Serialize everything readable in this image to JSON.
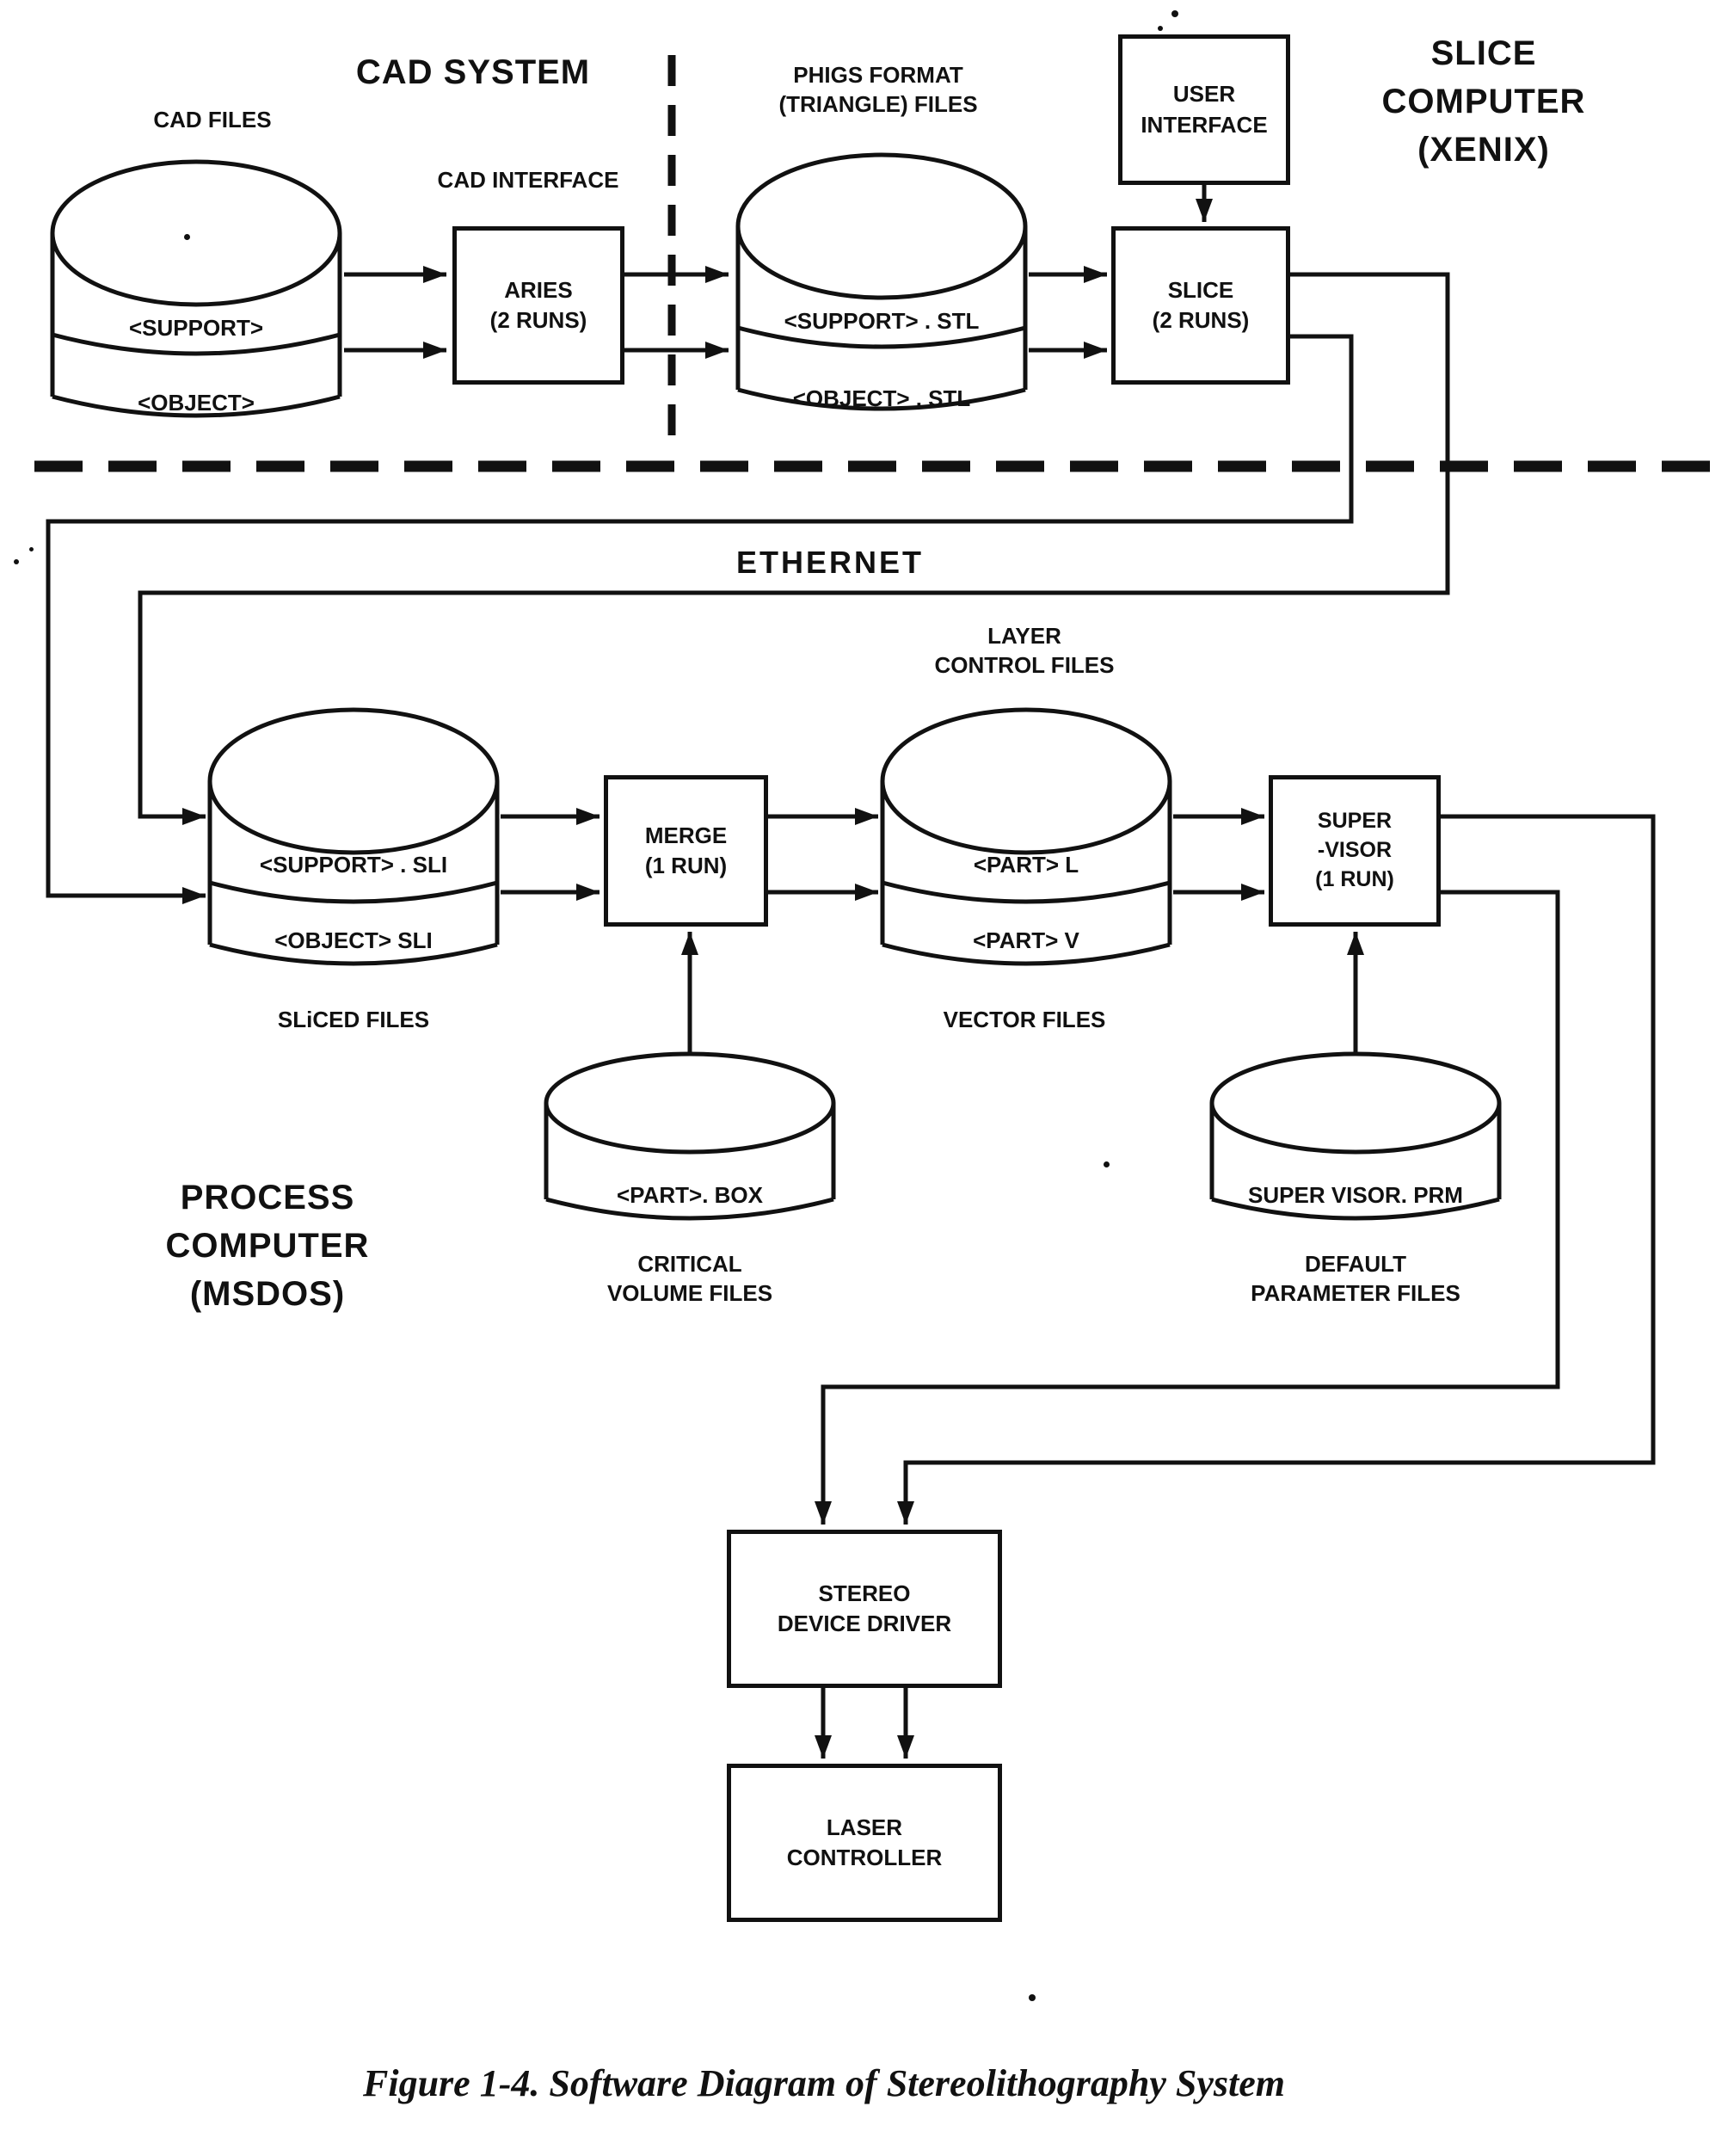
{
  "titles": {
    "cad_system": "CAD SYSTEM",
    "slice_computer": "SLICE\nCOMPUTER\n(XENIX)",
    "process_computer": "PROCESS\nCOMPUTER\n(MSDOS)",
    "ethernet": "ETHERNET"
  },
  "labels": {
    "cad_files": "CAD FILES",
    "cad_interface": "CAD INTERFACE",
    "phigs_format": "PHIGS FORMAT\n(TRIANGLE) FILES",
    "layer_control": "LAYER\nCONTROL FILES",
    "sliced_files": "SLiCED FILES",
    "vector_files": "VECTOR FILES",
    "critical_volume": "CRITICAL\nVOLUME FILES",
    "default_parameter": "DEFAULT\nPARAMETER FILES"
  },
  "boxes": {
    "aries": "ARIES\n(2 RUNS)",
    "user_interface": "USER\nINTERFACE",
    "slice": "SLICE\n(2 RUNS)",
    "merge": "MERGE\n(1 RUN)",
    "supervisor": "SUPER\n-VISOR\n(1 RUN)",
    "stereo_device_driver": "STEREO\nDEVICE DRIVER",
    "laser_controller": "LASER\nCONTROLLER"
  },
  "cylinders": {
    "cad": {
      "row1": "<SUPPORT>",
      "row2": "<OBJECT>"
    },
    "stl": {
      "row1": "<SUPPORT> . STL",
      "row2": "<OBJECT> . STL"
    },
    "sli": {
      "row1": "<SUPPORT> . SLI",
      "row2": "<OBJECT>  SLI"
    },
    "part": {
      "row1": "<PART>  L",
      "row2": "<PART>  V"
    },
    "box_file": {
      "row1": "<PART>. BOX"
    },
    "prm": {
      "row1": "SUPER VISOR. PRM"
    }
  },
  "caption": "Figure 1-4.  Software Diagram of Stereolithography System",
  "colors": {
    "ink": "#111111",
    "background": "#ffffff"
  }
}
